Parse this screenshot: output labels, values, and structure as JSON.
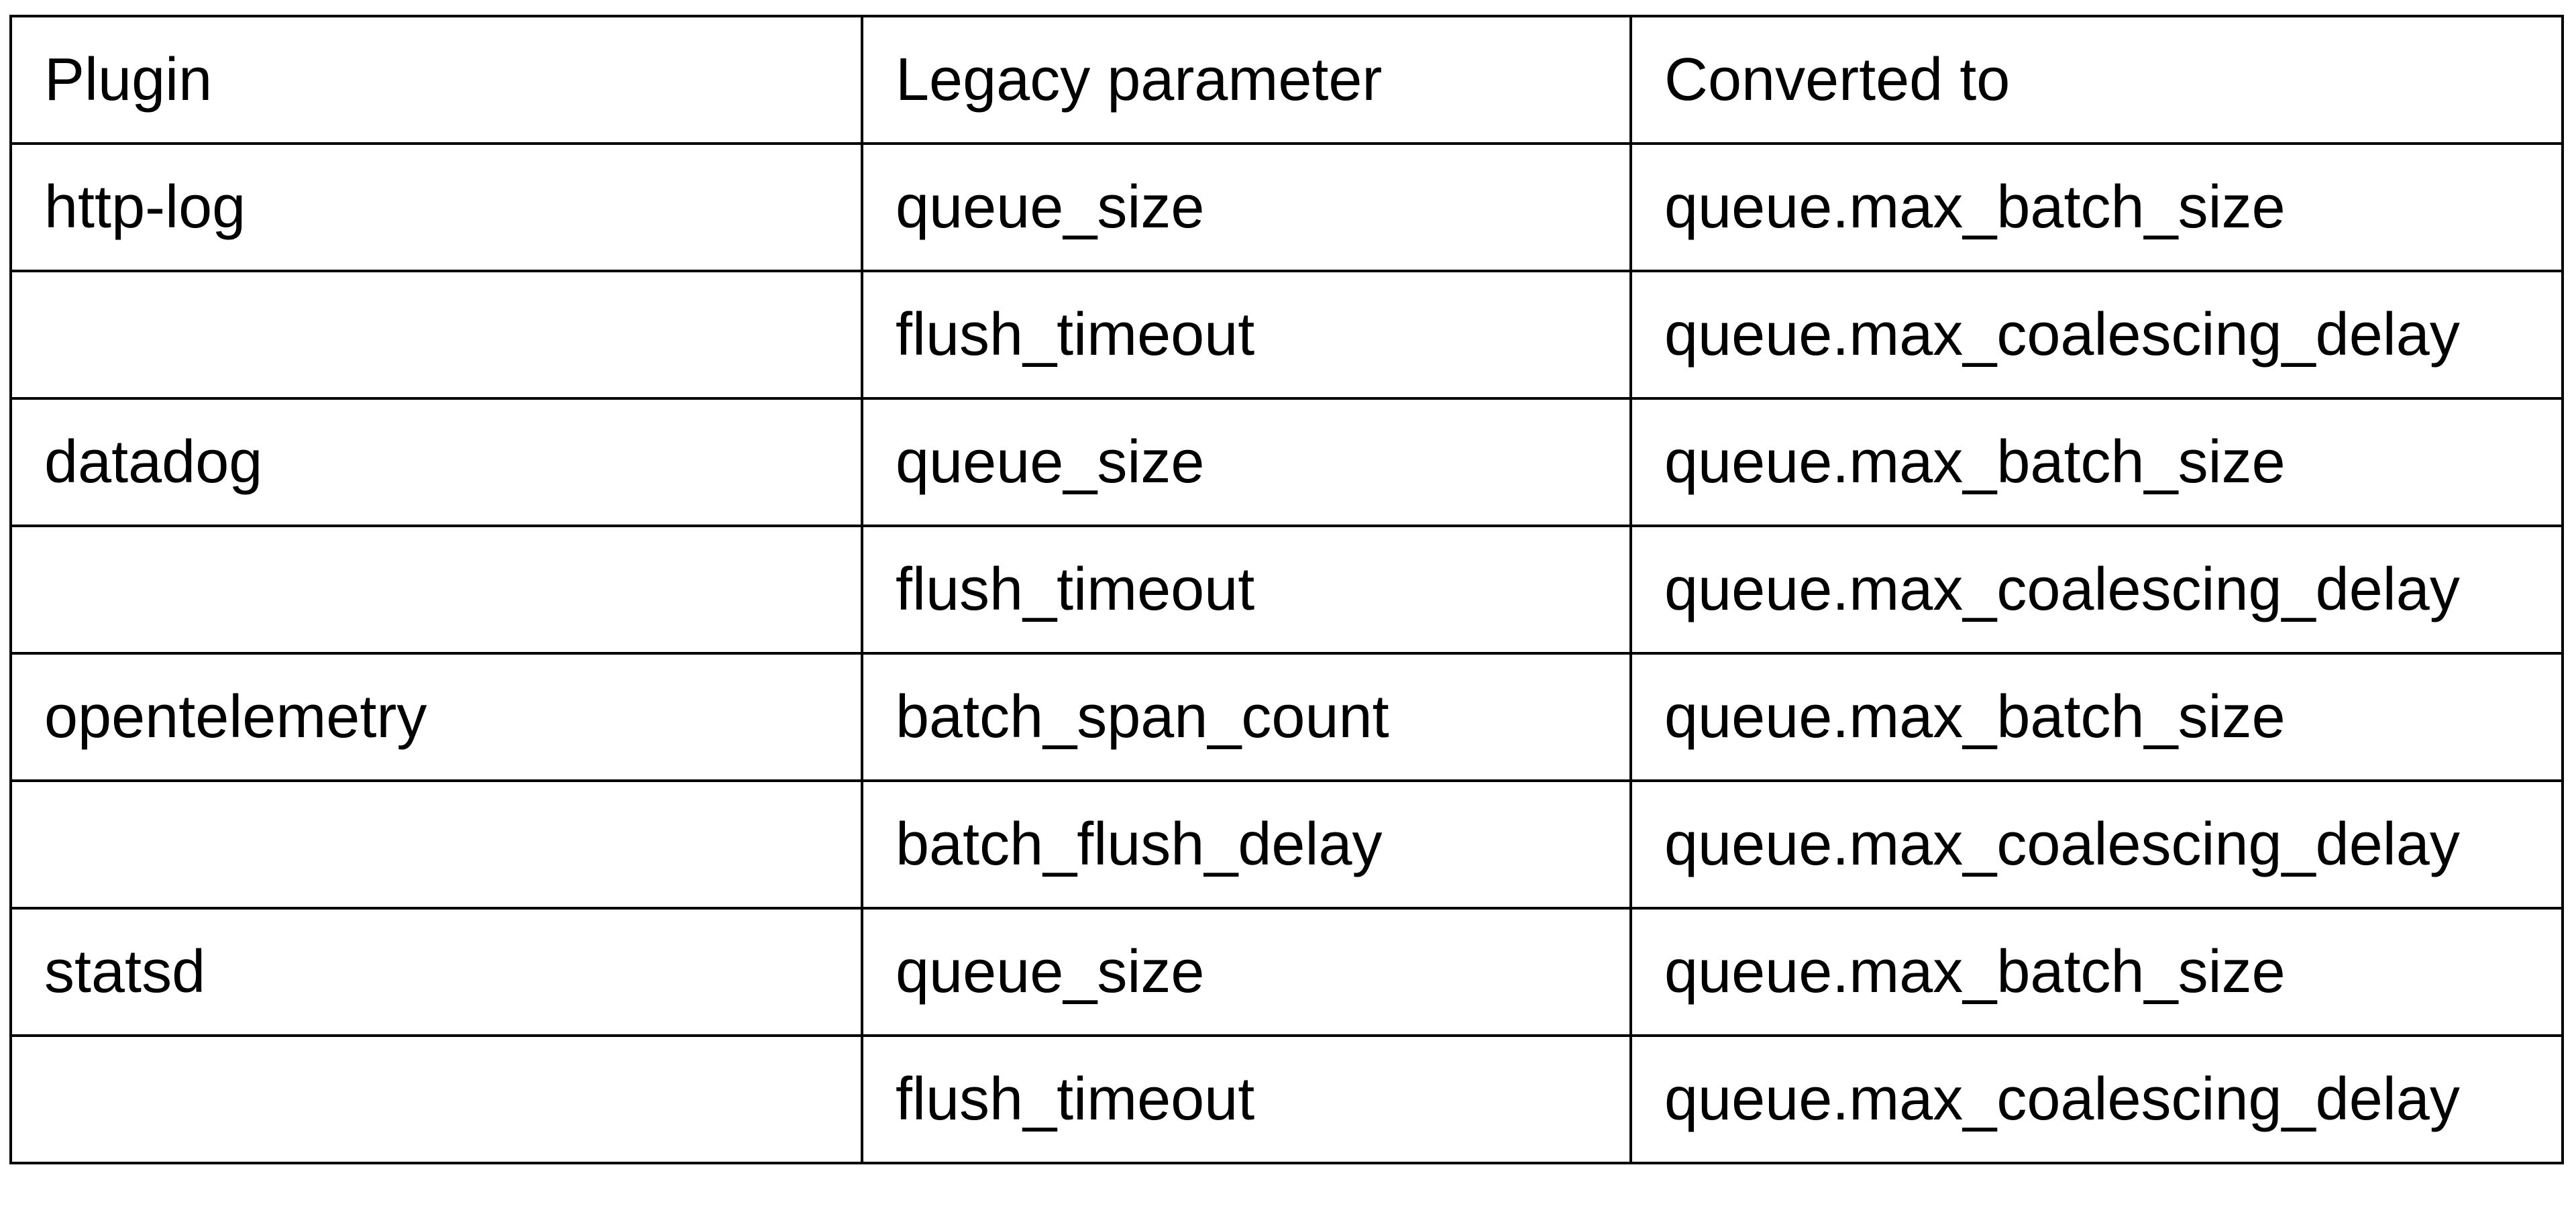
{
  "table": {
    "columns": [
      "Plugin",
      "Legacy parameter",
      "Converted to"
    ],
    "rows": [
      {
        "plugin": "http-log",
        "legacy": "queue_size",
        "converted": "queue.max_batch_size"
      },
      {
        "plugin": "",
        "legacy": "flush_timeout",
        "converted": "queue.max_coalescing_delay"
      },
      {
        "plugin": "datadog",
        "legacy": "queue_size",
        "converted": "queue.max_batch_size"
      },
      {
        "plugin": "",
        "legacy": "flush_timeout",
        "converted": "queue.max_coalescing_delay"
      },
      {
        "plugin": "opentelemetry",
        "legacy": "batch_span_count",
        "converted": "queue.max_batch_size"
      },
      {
        "plugin": "",
        "legacy": "batch_flush_delay",
        "converted": "queue.max_coalescing_delay"
      },
      {
        "plugin": "statsd",
        "legacy": "queue_size",
        "converted": "queue.max_batch_size"
      },
      {
        "plugin": "",
        "legacy": "flush_timeout",
        "converted": "queue.max_coalescing_delay"
      }
    ],
    "colors": {
      "border": "#000000",
      "text": "#000000",
      "background": "#ffffff"
    }
  }
}
